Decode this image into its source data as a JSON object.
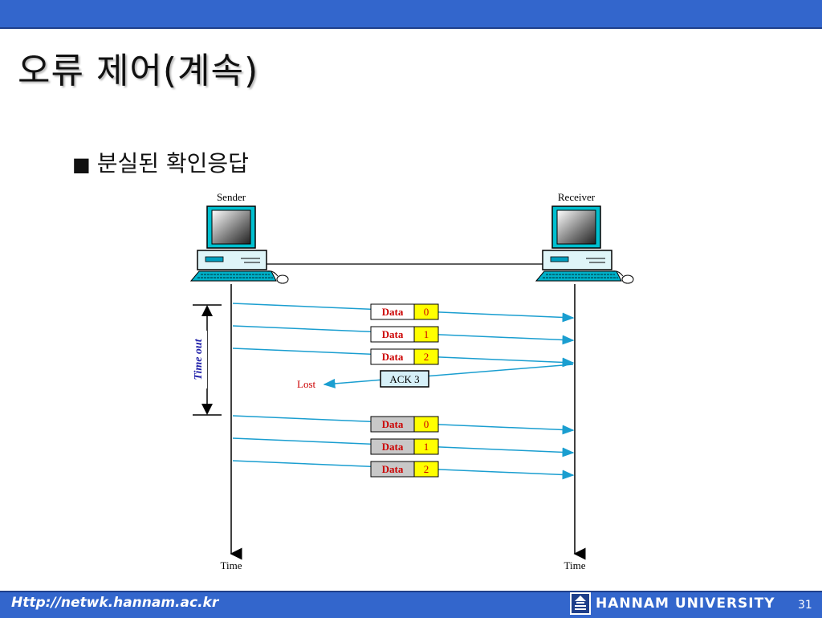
{
  "slide": {
    "title": "오류 제어(계속)",
    "bullet": "분실된 확인응답",
    "footer_url": "Http://netwk.hannam.ac.kr",
    "university": "HANNAM UNIVERSITY",
    "page_number": "31"
  },
  "diagram": {
    "sender_label": "Sender",
    "receiver_label": "Receiver",
    "timeout_label": "Time out",
    "lost_label": "Lost",
    "ack_label": "ACK 3",
    "time_label_left": "Time",
    "time_label_right": "Time",
    "frames_first": [
      {
        "label": "Data",
        "seq": "0"
      },
      {
        "label": "Data",
        "seq": "1"
      },
      {
        "label": "Data",
        "seq": "2"
      }
    ],
    "frames_resent": [
      {
        "label": "Data",
        "seq": "0"
      },
      {
        "label": "Data",
        "seq": "1"
      },
      {
        "label": "Data",
        "seq": "2"
      }
    ],
    "colors": {
      "arrow": "#1a9ed0",
      "data_text": "#cc0000",
      "seq_bg": "#ffff00",
      "ack_bg": "#d6f0f8",
      "timeout_text": "#2222aa",
      "resent_bg": "#c8c8c8"
    }
  }
}
